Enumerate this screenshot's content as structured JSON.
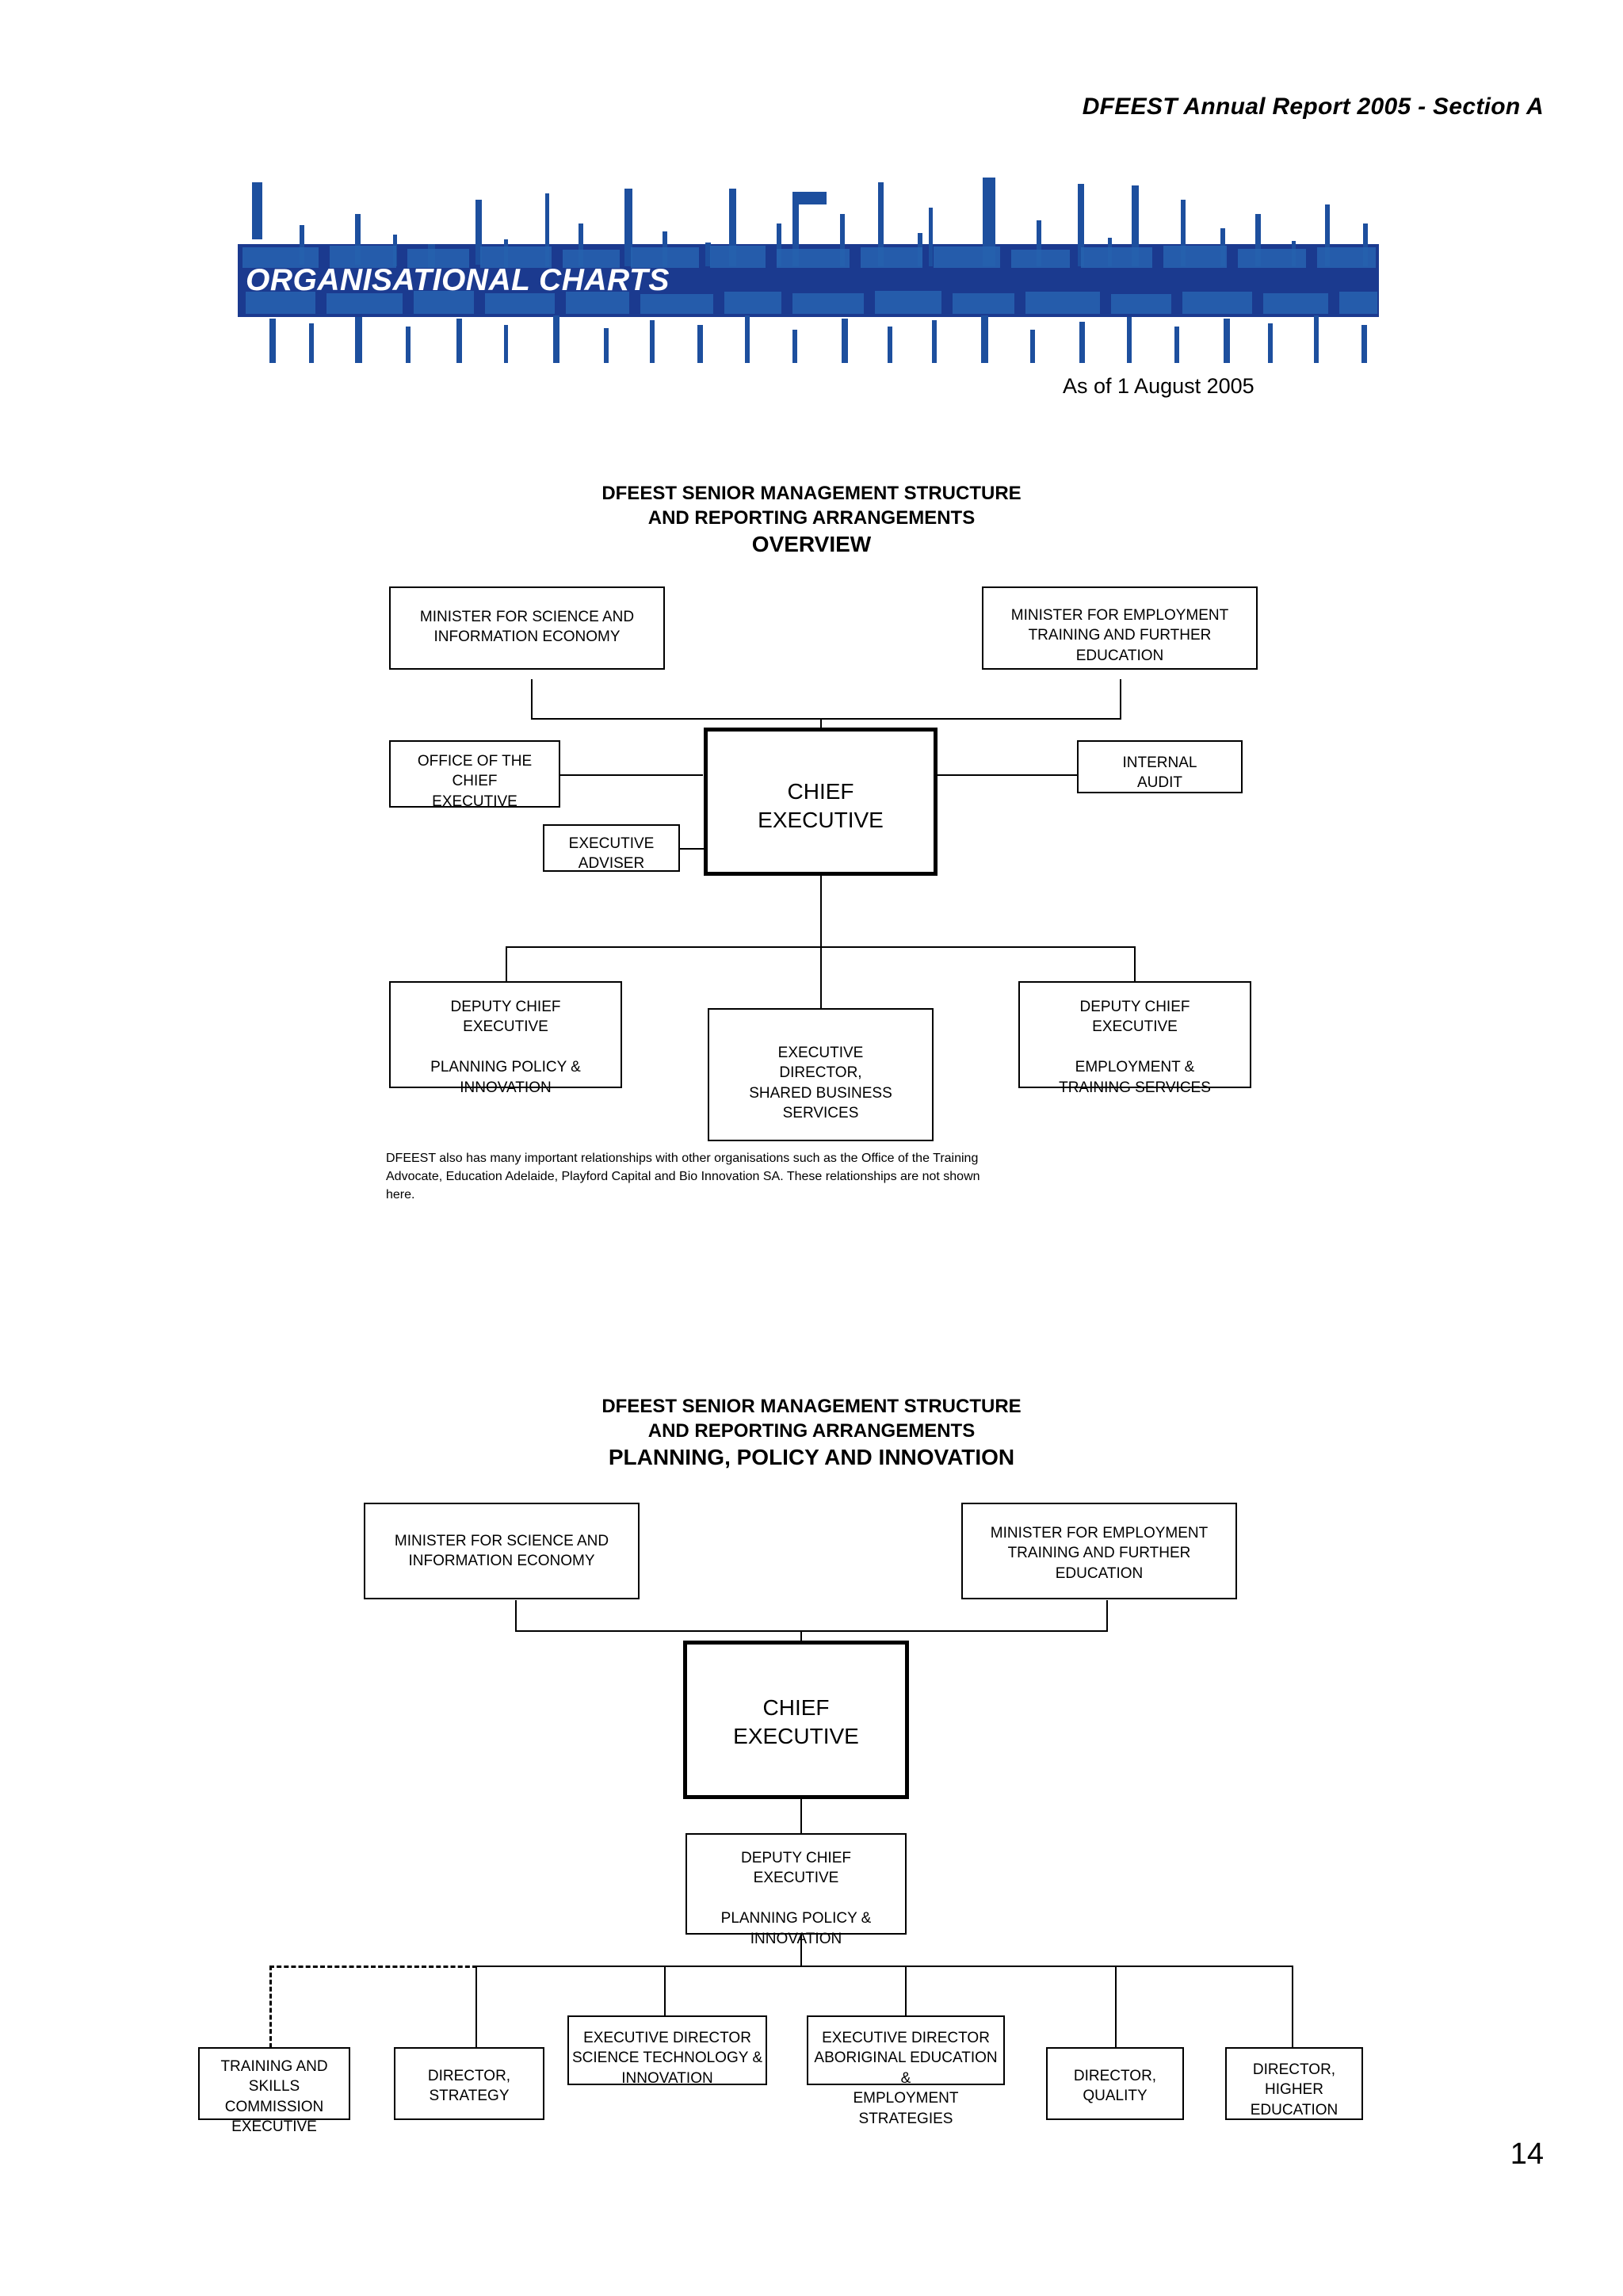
{
  "document": {
    "header": "DFEEST Annual Report 2005 - Section A",
    "banner_title": "ORGANISATIONAL  CHARTS",
    "as_of": "As of 1 August 2005",
    "page_number": "14",
    "banner_color_dark": "#1b3a8f",
    "banner_color_mid": "#1d4f9e",
    "banner_color_light": "#2763b0"
  },
  "chart1": {
    "title_line1": "DFEEST SENIOR MANAGEMENT STRUCTURE",
    "title_line2": "AND REPORTING ARRANGEMENTS",
    "title_line3": "OVERVIEW",
    "nodes": {
      "minister_science": "MINISTER FOR SCIENCE AND\nINFORMATION ECONOMY",
      "minister_employment": "MINISTER FOR EMPLOYMENT\nTRAINING AND FURTHER\nEDUCATION",
      "office_of_ce": "OFFICE OF THE\nCHIEF\nEXECUTIVE",
      "chief_executive": "CHIEF\nEXECUTIVE",
      "internal_audit": "INTERNAL\nAUDIT",
      "executive_adviser": "EXECUTIVE\nADVISER",
      "dce_planning": "DEPUTY CHIEF\nEXECUTIVE\n\nPLANNING POLICY &\nINNOVATION",
      "ed_shared_business": "EXECUTIVE\nDIRECTOR,\nSHARED BUSINESS\nSERVICES",
      "dce_employment": "DEPUTY CHIEF\nEXECUTIVE\n\nEMPLOYMENT &\nTRAINING SERVICES"
    },
    "footnote": "DFEEST also has many important relationships with other organisations such as the Office of the Training Advocate, Education Adelaide, Playford Capital and Bio Innovation SA. These relationships are not shown here."
  },
  "chart2": {
    "title_line1": "DFEEST SENIOR MANAGEMENT STRUCTURE",
    "title_line2": "AND REPORTING ARRANGEMENTS",
    "title_line3": "PLANNING, POLICY AND INNOVATION",
    "nodes": {
      "minister_science": "MINISTER FOR SCIENCE AND\nINFORMATION ECONOMY",
      "minister_employment": "MINISTER FOR EMPLOYMENT\nTRAINING AND FURTHER\nEDUCATION",
      "chief_executive": "CHIEF\nEXECUTIVE",
      "dce_planning": "DEPUTY CHIEF\nEXECUTIVE\n\nPLANNING POLICY &\nINNOVATION",
      "training_skills": "TRAINING AND\nSKILLS\nCOMMISSION\nEXECUTIVE",
      "director_strategy": "DIRECTOR,\nSTRATEGY",
      "ed_science_tech": "EXECUTIVE DIRECTOR\nSCIENCE TECHNOLOGY  &\nINNOVATION",
      "ed_aboriginal": "EXECUTIVE DIRECTOR\nABORIGINAL EDUCATION &\nEMPLOYMENT STRATEGIES",
      "director_quality": "DIRECTOR,\nQUALITY",
      "director_higher_ed": "DIRECTOR,\nHIGHER\nEDUCATION"
    }
  }
}
